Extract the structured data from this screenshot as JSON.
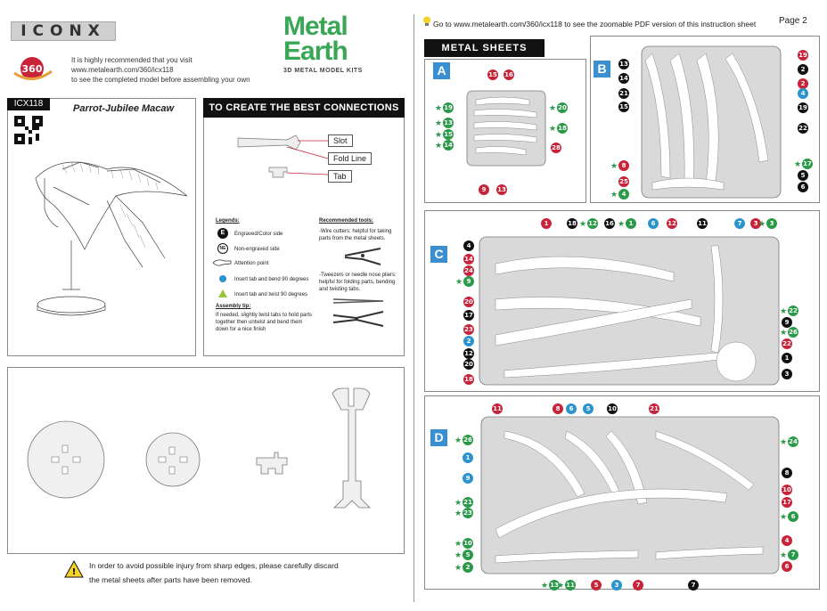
{
  "brand": "ICONX",
  "recommend": [
    "It is highly recommended that you visit",
    "www.metalearth.com/360/icx118",
    "to see the completed model before assembling your own"
  ],
  "logo": {
    "line1": "Metal",
    "line2": "Earth",
    "tagline": "3D METAL MODEL KITS",
    "color": "#3aa757"
  },
  "model": {
    "code": "ICX118",
    "name": "Parrot-Jubilee Macaw"
  },
  "connections": {
    "title": "TO CREATE THE BEST CONNECTIONS",
    "slot": "Slot",
    "fold": "Fold Line",
    "tab": "Tab",
    "legends_title": "Legends:",
    "legend_items": [
      "Engraved/Color side",
      "Non-engraved side",
      "Attention point",
      "Insert tab and bend 90 degrees",
      "Insert tab and twist 90 degrees"
    ],
    "legend_e": "E",
    "legend_ne": "NE",
    "tip_title": "Assembly tip:",
    "tip_text": "If needed, slightly twist tabs to hold parts together then untwist and bend them down for a nice finish",
    "tools_title": "Recommended tools:",
    "tool1": "-Wire cutters: helpful for taking parts from the metal sheets.",
    "tool2": "-Tweezers or needle nose pliers: helpful for folding parts, bending and twisting tabs."
  },
  "warning": [
    "In order to avoid possible injury from sharp edges, please carefully discard",
    "the metal sheets after parts have been removed."
  ],
  "goto": "Go to www.metalearth.com/360/icx118 to see the zoomable PDF version of this instruction sheet",
  "page": "Page 2",
  "metal_sheets_title": "METAL SHEETS",
  "sheets": {
    "a": "A",
    "b": "B",
    "c": "C",
    "d": "D"
  },
  "labels_a": [
    "15",
    "16",
    "19",
    "20",
    "13",
    "18",
    "15",
    "14",
    "28",
    "9",
    "13"
  ],
  "labels_b": [
    "13",
    "14",
    "21",
    "15",
    "8",
    "25",
    "4",
    "19",
    "2",
    "2",
    "4",
    "19",
    "22",
    "17",
    "5",
    "6"
  ],
  "labels_c": [
    "1",
    "18",
    "12",
    "16",
    "1",
    "6",
    "12",
    "11",
    "7",
    "3",
    "3",
    "4",
    "14",
    "24",
    "9",
    "20",
    "17",
    "23",
    "2",
    "12",
    "20",
    "18",
    "22",
    "9",
    "26",
    "22",
    "1",
    "3"
  ],
  "labels_d": [
    "11",
    "8",
    "6",
    "5",
    "10",
    "21",
    "26",
    "1",
    "9",
    "21",
    "23",
    "10",
    "5",
    "2",
    "24",
    "8",
    "10",
    "17",
    "6",
    "4",
    "7",
    "6",
    "13",
    "11",
    "5",
    "3",
    "7",
    "7"
  ]
}
